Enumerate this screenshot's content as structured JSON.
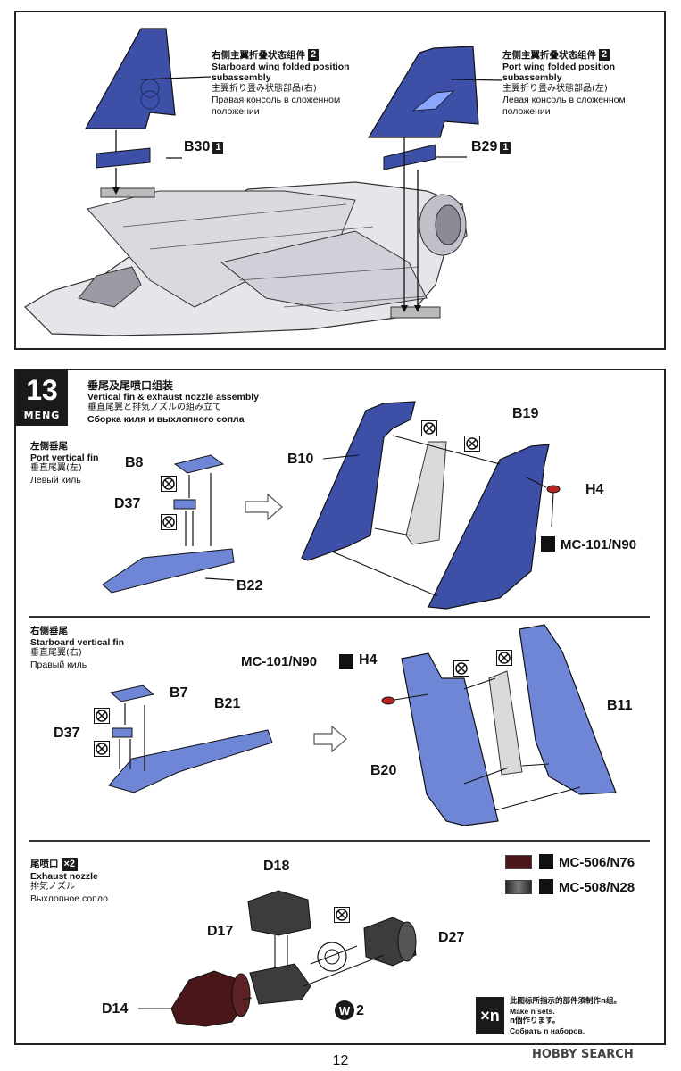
{
  "top_panel": {
    "starboard": {
      "cn": "右侧主翼折叠状态组件",
      "badge": "2",
      "en": "Starboard wing folded position",
      "en2": "subassembly",
      "jp": "主翼折り畳み状態部品(右)",
      "ru": "Правая консоль в сложенном",
      "ru2": "положении"
    },
    "port": {
      "cn": "左侧主翼折叠状态组件",
      "badge": "2",
      "en": "Port wing folded position",
      "en2": "subassembly",
      "jp": "主翼折り畳み状態部品(左)",
      "ru": "Левая консоль в сложенном",
      "ru2": "положении"
    },
    "parts": {
      "b30": "B30",
      "b30_badge": "1",
      "b29": "B29",
      "b29_badge": "1"
    }
  },
  "step": {
    "number": "13",
    "brand": "MENG",
    "title_cn": "垂尾及尾喷口组装",
    "title_en": "Vertical fin & exhaust nozzle assembly",
    "title_jp": "垂直尾翼と排気ノズルの組み立て",
    "title_ru": "Сборка киля и выхлопного сопла"
  },
  "port_fin": {
    "cn": "左侧垂尾",
    "en": "Port vertical fin",
    "jp": "垂直尾翼(左)",
    "ru": "Левый киль",
    "parts": {
      "b8": "B8",
      "d37": "D37",
      "b22": "B22",
      "b10": "B10",
      "b19": "B19",
      "h4": "H4"
    },
    "paint": "MC-101/N90"
  },
  "starboard_fin": {
    "cn": "右侧垂尾",
    "en": "Starboard vertical fin",
    "jp": "垂直尾翼(右)",
    "ru": "Правый киль",
    "parts": {
      "b7": "B7",
      "b21": "B21",
      "d37": "D37",
      "b11": "B11",
      "b20": "B20",
      "h4": "H4"
    },
    "paint": "MC-101/N90"
  },
  "nozzle": {
    "cn": "尾喷口",
    "multiplier": "×2",
    "en": "Exhaust nozzle",
    "jp": "排気ノズル",
    "ru": "Выхлопное сопло",
    "parts": {
      "d18": "D18",
      "d17": "D17",
      "d27": "D27",
      "d14": "D14",
      "w2": "2"
    },
    "paints": [
      {
        "code": "MC-506/N76",
        "color": "#4a1618"
      },
      {
        "code": "MC-508/N28",
        "color": "#3c3c3e"
      }
    ]
  },
  "make_n": {
    "symbol": "×n",
    "cn": "此图标所指示的部件须制作n组。",
    "en": "Make n sets.",
    "jp": "n個作ります。",
    "ru": "Собрать n наборов."
  },
  "page_number": "12",
  "watermark": "HOBBY SEARCH",
  "colors": {
    "part_blue": "#3d4fa6",
    "part_light_blue": "#6f86d6",
    "frame": "#222222"
  },
  "icons": [
    "no-cement-icon",
    "paint-brush-icon",
    "arrow-right-icon"
  ]
}
